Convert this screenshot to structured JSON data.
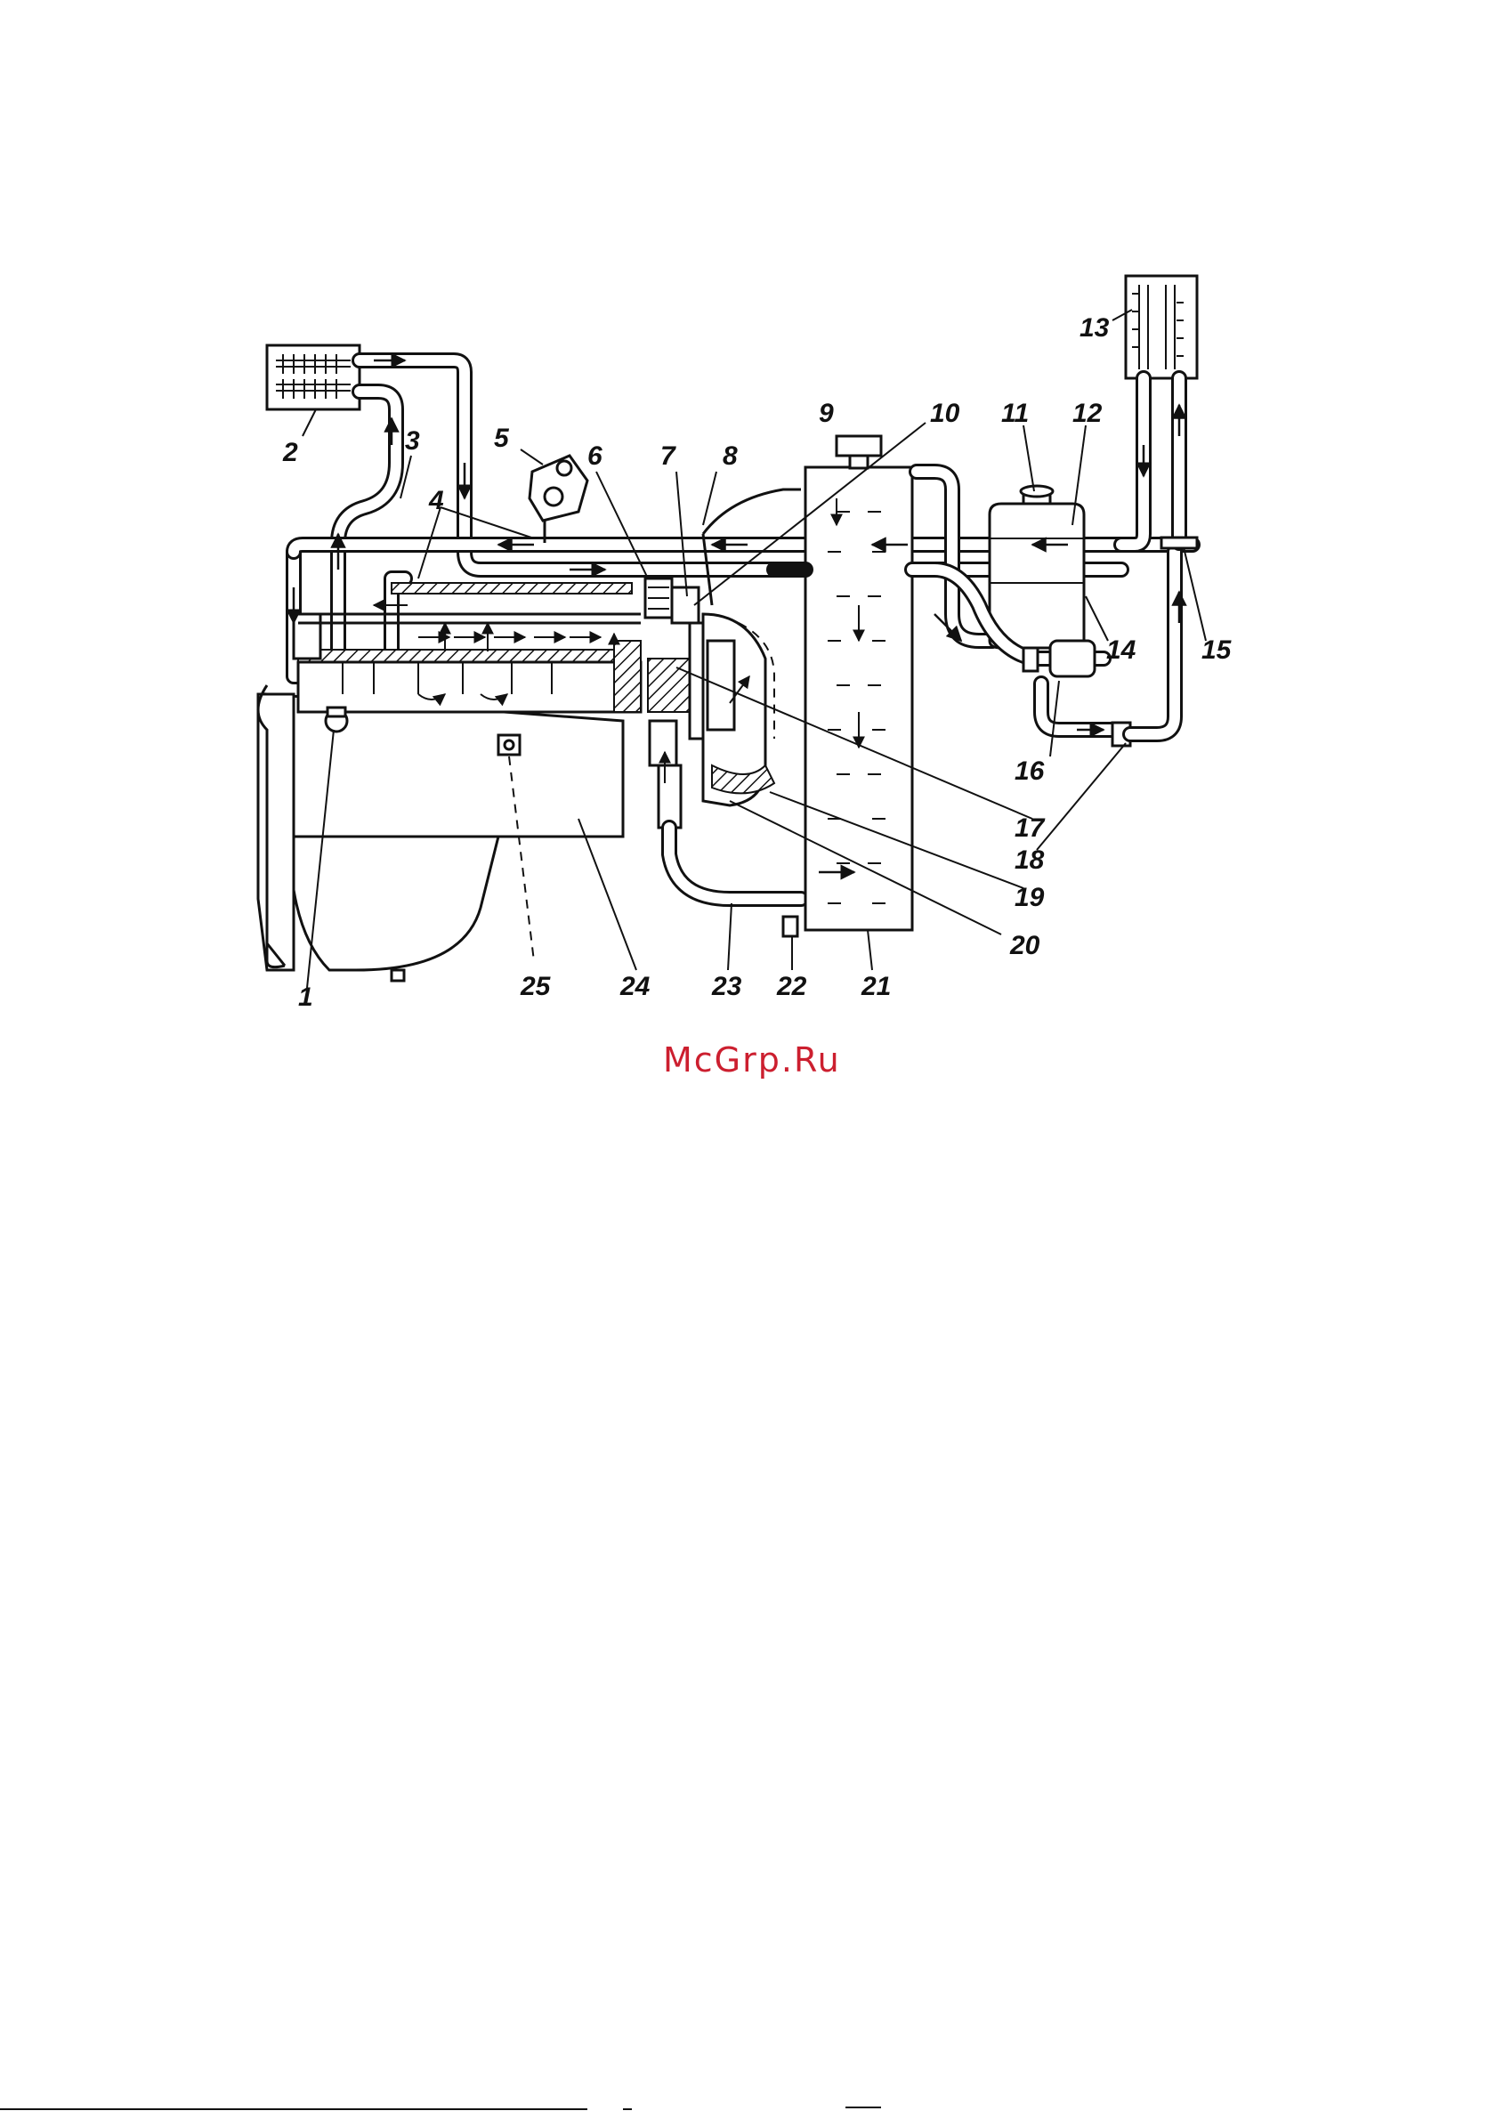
{
  "callouts": [
    "1",
    "2",
    "3",
    "4",
    "5",
    "6",
    "7",
    "8",
    "9",
    "10",
    "11",
    "12",
    "13",
    "14",
    "15",
    "16",
    "17",
    "18",
    "19",
    "20",
    "21",
    "22",
    "23",
    "24",
    "25"
  ],
  "watermark": {
    "text": "McGrp.Ru",
    "color": "#cc1f2f"
  },
  "colors": {
    "line": "#111111",
    "background": "#ffffff"
  }
}
